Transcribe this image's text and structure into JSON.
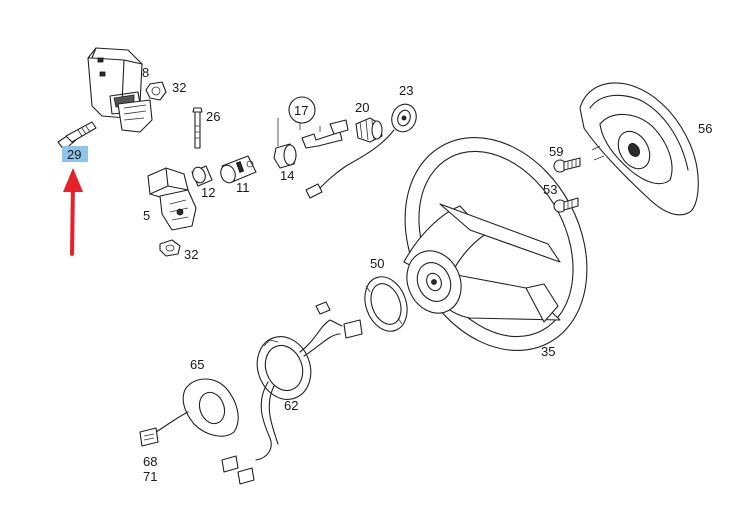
{
  "callouts": {
    "c8": "8",
    "c32a": "32",
    "c29": "29",
    "c26": "26",
    "c17": "17",
    "c20": "20",
    "c23": "23",
    "c14": "14",
    "c12": "12",
    "c11": "11",
    "c5": "5",
    "c32b": "32",
    "c56": "56",
    "c59": "59",
    "c53": "53",
    "c50": "50",
    "c35": "35",
    "c65": "65",
    "c62": "62",
    "c68": "68",
    "c71": "71"
  },
  "highlight": {
    "color": "#8fc4e8",
    "target": "29"
  },
  "arrow": {
    "color": "#e8202a"
  }
}
